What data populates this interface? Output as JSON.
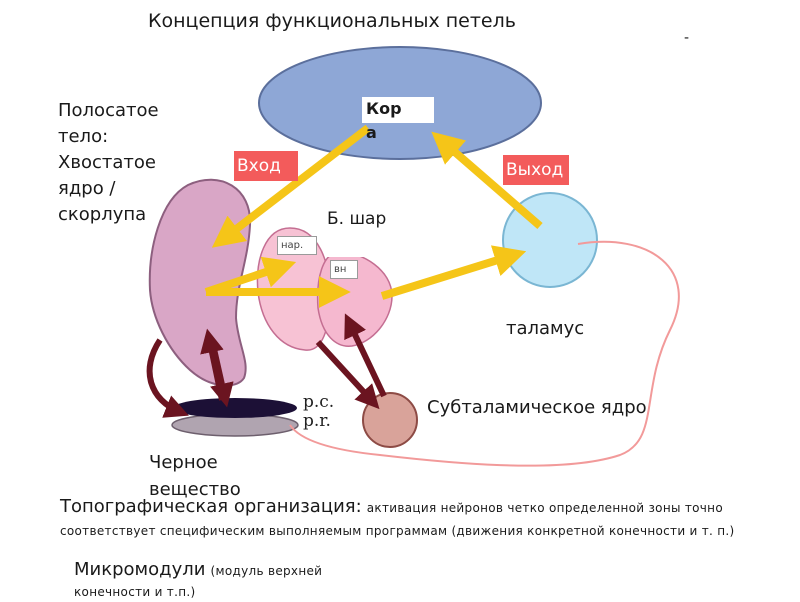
{
  "title": "Концепция функциональных петель",
  "corner_mark": "-",
  "cortex": {
    "label": "Кора"
  },
  "input": {
    "label": "Вход"
  },
  "output": {
    "label": "Выход"
  },
  "striatum": {
    "lines": [
      "Полосатое",
      "тело:",
      "Хвостатое",
      "ядро /",
      "скорлупа"
    ]
  },
  "globus_pallidus": {
    "label": "Б. шар",
    "external": "нар.",
    "internal": "вн"
  },
  "thalamus": {
    "label": "таламус"
  },
  "subthalamic": {
    "label": "Субталамическое ядро"
  },
  "substantia_nigra": {
    "label": "Черное вещество",
    "pc": "p.c.",
    "pr": "p.r."
  },
  "topographic": {
    "heading": "Топографическая организация:",
    "text": "активация нейронов четко определенной зоны точно соответствует специфическим выполняемым программам (движения конкретной конечности и т. п.)"
  },
  "micromodules": {
    "heading": "Микромодули",
    "text": "(модуль верхней конечности и т.п.)"
  },
  "colors": {
    "cortex": "#8ea7d6",
    "striatum": "#d9a6c6",
    "pallidus": "#f5b8cf",
    "thalamus": "#bfe6f7",
    "arrow_yellow": "#f5c518",
    "arrow_maroon": "#6b1420",
    "label_red": "#f35b5b",
    "loop_pink": "#f29a9a"
  }
}
